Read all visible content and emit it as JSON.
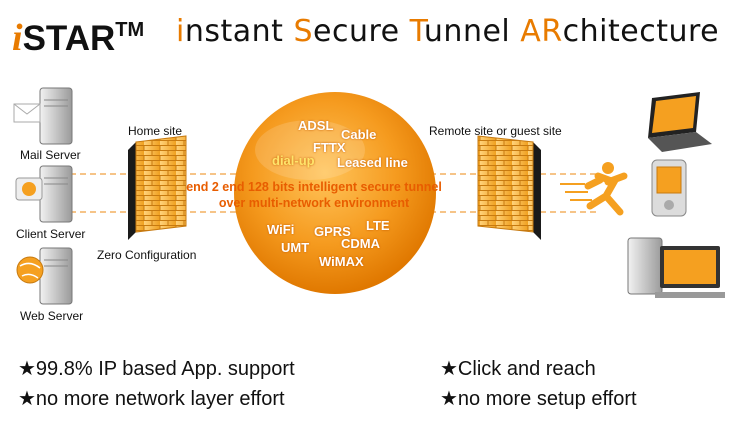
{
  "title": {
    "i": "i",
    "star": "STAR",
    "tm": "TM"
  },
  "subtitle": {
    "p1": "i",
    "p2": "nstant ",
    "p3": "S",
    "p4": "ecure ",
    "p5": "T",
    "p6": "unnel ",
    "p7": "AR",
    "p8": "chitecture"
  },
  "servers": {
    "mail": "Mail Server",
    "client": "Client Server",
    "web": "Web Server"
  },
  "sites": {
    "home": "Home site",
    "remote": "Remote site or guest site",
    "zero": "Zero Configuration"
  },
  "networks": {
    "adsl": "ADSL",
    "cable": "Cable",
    "fttx": "FTTX",
    "dialup": "dial-up",
    "leased": "Leased line",
    "lte": "LTE",
    "wifi": "WiFi",
    "gprs": "GPRS",
    "cdma": "CDMA",
    "umt": "UMT",
    "wimax": "WiMAX"
  },
  "tunnel": {
    "line1": "end 2 end 128 bits intelligent secure tunnel",
    "line2": "over multi-network environment"
  },
  "bullets": {
    "left1": "★99.8% IP based App. support",
    "left2": "★no more network layer effort",
    "right1": "★Click and reach",
    "right2": "★no more setup effort"
  },
  "colors": {
    "accent": "#e87b00",
    "sphere": "#f59a1e",
    "tunnel": "#e85d00"
  }
}
